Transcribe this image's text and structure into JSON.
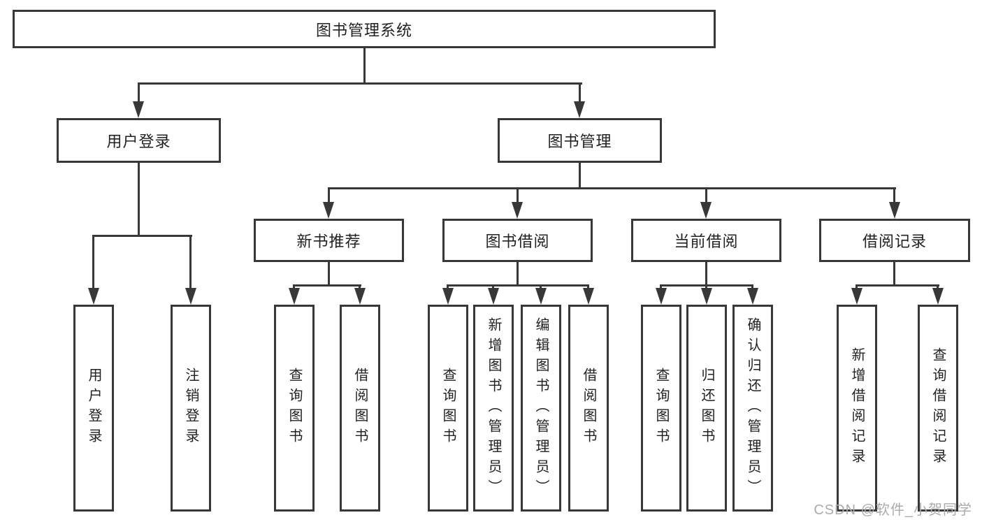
{
  "nodes": {
    "root": {
      "label": "图书管理系统"
    },
    "level2": [
      {
        "label": "用户登录"
      },
      {
        "label": "图书管理"
      }
    ],
    "level3": [
      {
        "label": "新书推荐"
      },
      {
        "label": "图书借阅"
      },
      {
        "label": "当前借阅"
      },
      {
        "label": "借阅记录"
      }
    ],
    "leaves": {
      "user_login": [
        {
          "label": "用户登录"
        },
        {
          "label": "注销登录"
        }
      ],
      "new_book_recommend": [
        {
          "label": "查询图书"
        },
        {
          "label": "借阅图书"
        }
      ],
      "book_borrow": [
        {
          "label": "查询图书"
        },
        {
          "label": "新增图书（管理员）"
        },
        {
          "label": "编辑图书（管理员）"
        },
        {
          "label": "借阅图书"
        }
      ],
      "current_borrow": [
        {
          "label": "查询图书"
        },
        {
          "label": "归还图书"
        },
        {
          "label": "确认归还（管理员）"
        }
      ],
      "borrow_record": [
        {
          "label": "新增借阅记录"
        },
        {
          "label": "查询借阅记录"
        }
      ]
    }
  },
  "watermark": {
    "text": "CSDN @软件_小贺同学"
  },
  "colors": {
    "line": "#383838",
    "text": "#222222",
    "watermark": "#ababab",
    "background": "#ffffff"
  }
}
